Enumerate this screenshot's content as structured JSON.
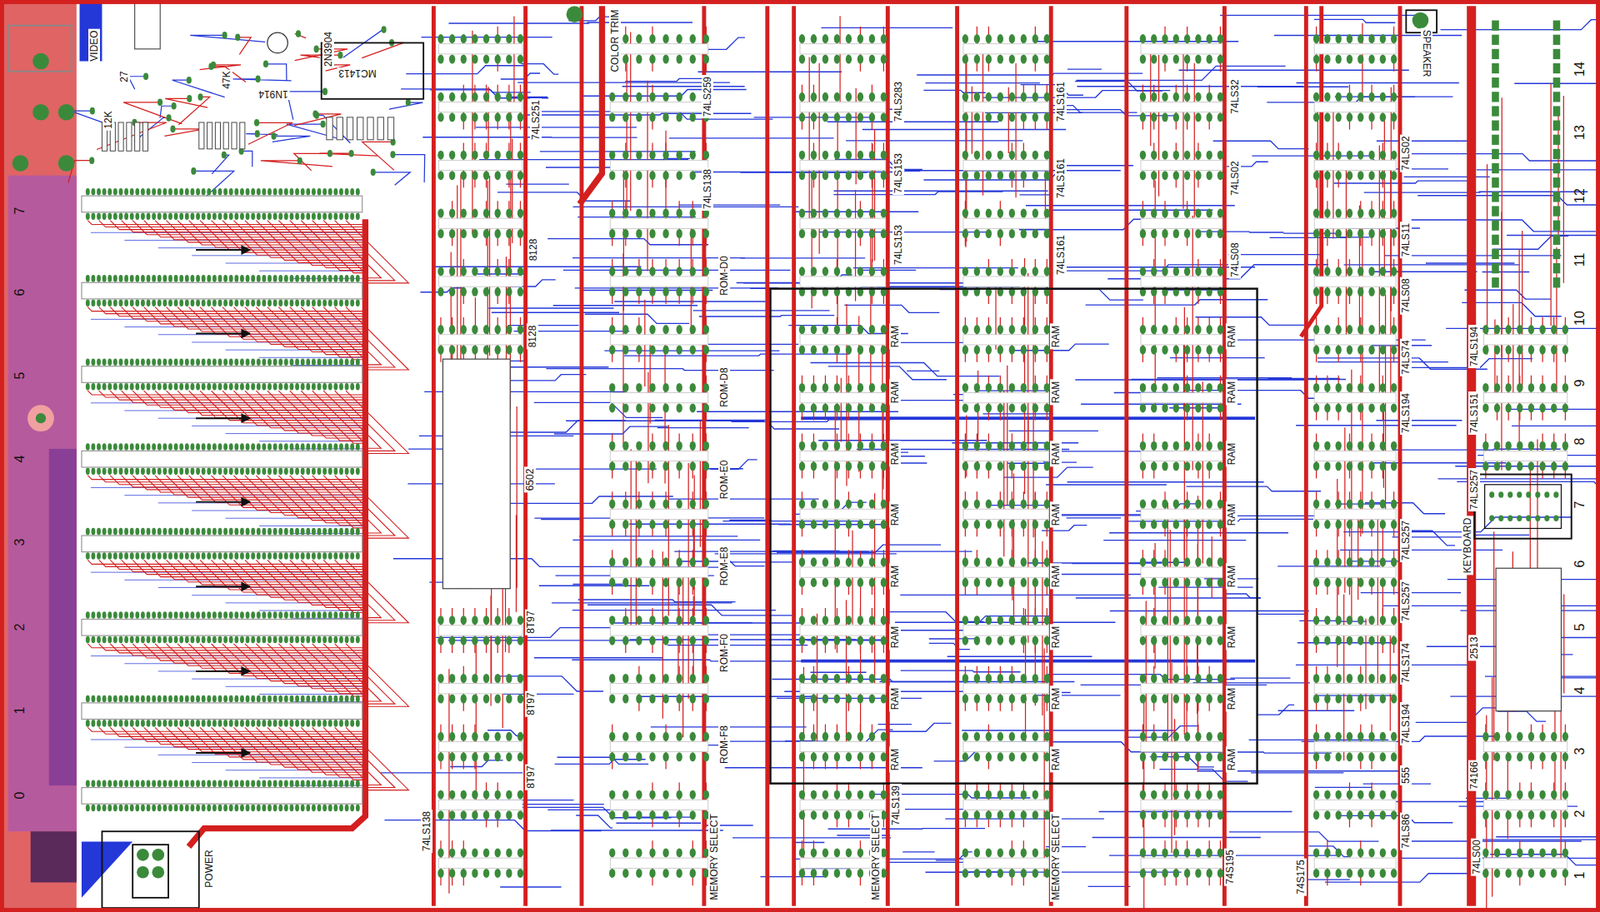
{
  "diagram": {
    "labels": [
      "VIDEO",
      "27",
      "12K",
      "47K",
      "1N914",
      "2N3904",
      "MC1413",
      "COLOR TRIM",
      "74LS251",
      "8128",
      "8128",
      "6502",
      "8T97",
      "8T97",
      "8T97",
      "74LS259",
      "74LS138",
      "ROM-D0",
      "ROM-D8",
      "ROM-E0",
      "ROM-E8",
      "ROM-F0",
      "ROM-F8",
      "MEMORY SELECT",
      "74LS283",
      "74LS153",
      "74LS153",
      "RAM",
      "RAM",
      "RAM",
      "RAM",
      "RAM",
      "RAM",
      "RAM",
      "RAM",
      "74LS139",
      "MEMORY SELECT",
      "74LS161",
      "74LS161",
      "74LS161",
      "RAM",
      "RAM",
      "RAM",
      "RAM",
      "RAM",
      "RAM",
      "RAM",
      "RAM",
      "MEMORY SELECT",
      "74LS32",
      "74LS02",
      "74LS08",
      "RAM",
      "RAM",
      "RAM",
      "RAM",
      "RAM",
      "RAM",
      "RAM",
      "RAM",
      "74S195",
      "74S175",
      "74LS02",
      "74LS11",
      "74LS08",
      "74LS74",
      "74LS194",
      "74LS257",
      "74LS257",
      "74LS174",
      "74LS194",
      "555",
      "74LS86",
      "74LS194",
      "74LS151",
      "74LS257",
      "KEYBOARD",
      "2513",
      "74166",
      "74LS00",
      "SPEAKER",
      "POWER",
      "74LS138",
      "7",
      "6",
      "5",
      "4",
      "3",
      "2",
      "1",
      "0",
      "14",
      "13",
      "12",
      "11",
      "10",
      "9",
      "8",
      "7",
      "6",
      "5",
      "4",
      "3",
      "2",
      "1"
    ]
  }
}
